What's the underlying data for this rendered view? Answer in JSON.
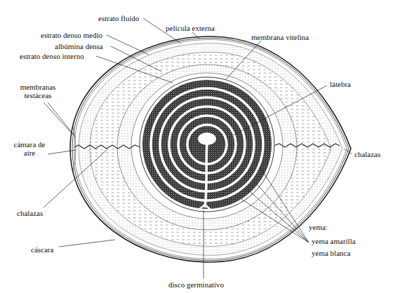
{
  "diagram": {
    "labels": [
      "estrato fluído",
      "película externa",
      "estrato denso medio",
      "membrana vitelina",
      "albúmina densa",
      "estrato denso interno",
      "látebra",
      "membranas testáceas",
      "cámara de aire",
      "chalazas",
      "chalazas",
      "yema:",
      "yema amarilla",
      "yema blanca",
      "cáscara",
      "disco germinativo"
    ]
  }
}
